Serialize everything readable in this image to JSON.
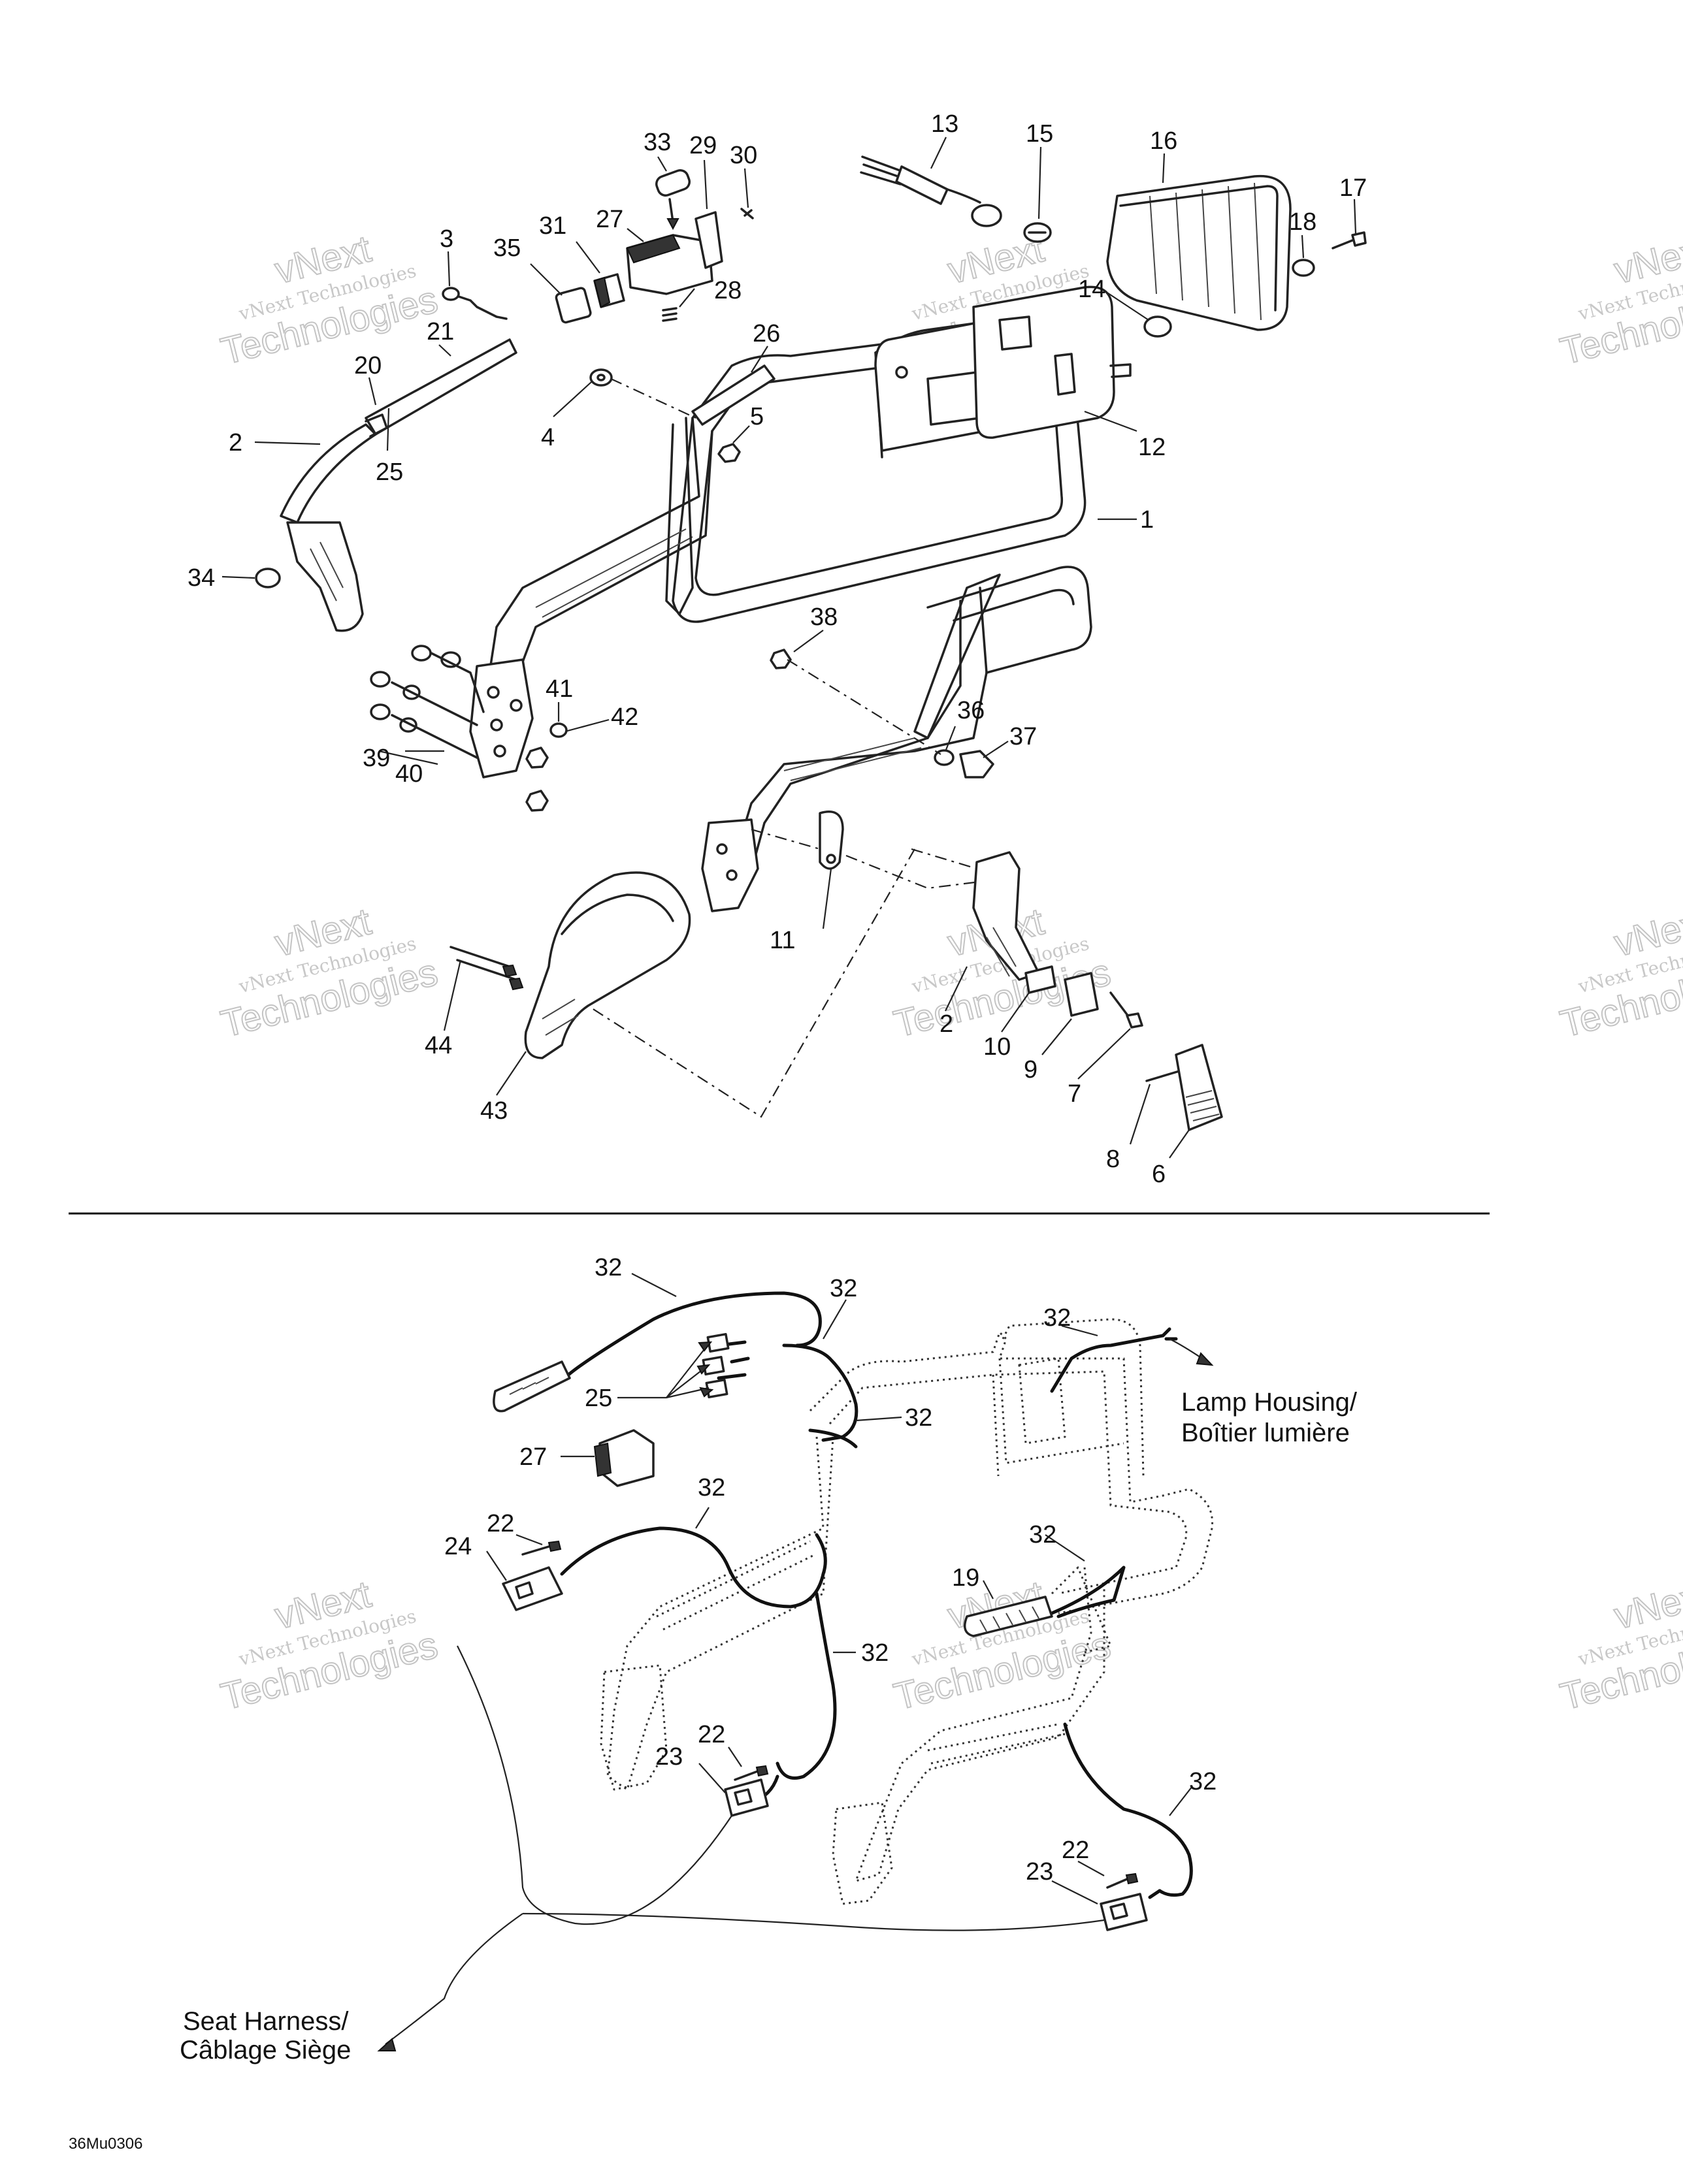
{
  "callouts_top": [
    {
      "id": "c33",
      "text": "33"
    },
    {
      "id": "c29",
      "text": "29"
    },
    {
      "id": "c30",
      "text": "30"
    },
    {
      "id": "c13",
      "text": "13"
    },
    {
      "id": "c15",
      "text": "15"
    },
    {
      "id": "c16",
      "text": "16"
    },
    {
      "id": "c17",
      "text": "17"
    },
    {
      "id": "c18",
      "text": "18"
    },
    {
      "id": "c31",
      "text": "31"
    },
    {
      "id": "c27",
      "text": "27"
    },
    {
      "id": "c3",
      "text": "3"
    },
    {
      "id": "c35",
      "text": "35"
    },
    {
      "id": "c28",
      "text": "28"
    },
    {
      "id": "c14",
      "text": "14"
    },
    {
      "id": "c21",
      "text": "21"
    },
    {
      "id": "c26",
      "text": "26"
    },
    {
      "id": "c20",
      "text": "20"
    },
    {
      "id": "c2a",
      "text": "2"
    },
    {
      "id": "c4",
      "text": "4"
    },
    {
      "id": "c5",
      "text": "5"
    },
    {
      "id": "c12",
      "text": "12"
    },
    {
      "id": "c25a",
      "text": "25"
    },
    {
      "id": "c1",
      "text": "1"
    },
    {
      "id": "c34",
      "text": "34"
    },
    {
      "id": "c38",
      "text": "38"
    },
    {
      "id": "c41",
      "text": "41"
    },
    {
      "id": "c42",
      "text": "42"
    },
    {
      "id": "c36",
      "text": "36"
    },
    {
      "id": "c37",
      "text": "37"
    },
    {
      "id": "c39",
      "text": "39"
    },
    {
      "id": "c40",
      "text": "40"
    },
    {
      "id": "c11",
      "text": "11"
    },
    {
      "id": "c2b",
      "text": "2"
    },
    {
      "id": "c10",
      "text": "10"
    },
    {
      "id": "c9",
      "text": "9"
    },
    {
      "id": "c7",
      "text": "7"
    },
    {
      "id": "c44",
      "text": "44"
    },
    {
      "id": "c8",
      "text": "8"
    },
    {
      "id": "c43",
      "text": "43"
    },
    {
      "id": "c6",
      "text": "6"
    }
  ],
  "callouts_bottom": [
    {
      "id": "b32a",
      "text": "32"
    },
    {
      "id": "b32b",
      "text": "32"
    },
    {
      "id": "b32c",
      "text": "32"
    },
    {
      "id": "b25",
      "text": "25"
    },
    {
      "id": "b32d",
      "text": "32"
    },
    {
      "id": "b27",
      "text": "27"
    },
    {
      "id": "b32e",
      "text": "32"
    },
    {
      "id": "b22a",
      "text": "22"
    },
    {
      "id": "b24",
      "text": "24"
    },
    {
      "id": "b32f",
      "text": "32"
    },
    {
      "id": "b19",
      "text": "19"
    },
    {
      "id": "b32g",
      "text": "32"
    },
    {
      "id": "b22b",
      "text": "22"
    },
    {
      "id": "b23a",
      "text": "23"
    },
    {
      "id": "b32h",
      "text": "32"
    },
    {
      "id": "b22c",
      "text": "22"
    },
    {
      "id": "b23b",
      "text": "23"
    }
  ],
  "notes": {
    "lamp_housing_line1": "Lamp Housing/",
    "lamp_housing_line2": "Boîtier lumière",
    "seat_harness_line1": "Seat Harness/",
    "seat_harness_line2": "Câblage Siège"
  },
  "drawing_code": "36Mu0306",
  "watermark": {
    "line1": "vNext",
    "line2": "vNext Technologies",
    "line3": "Technologies"
  }
}
